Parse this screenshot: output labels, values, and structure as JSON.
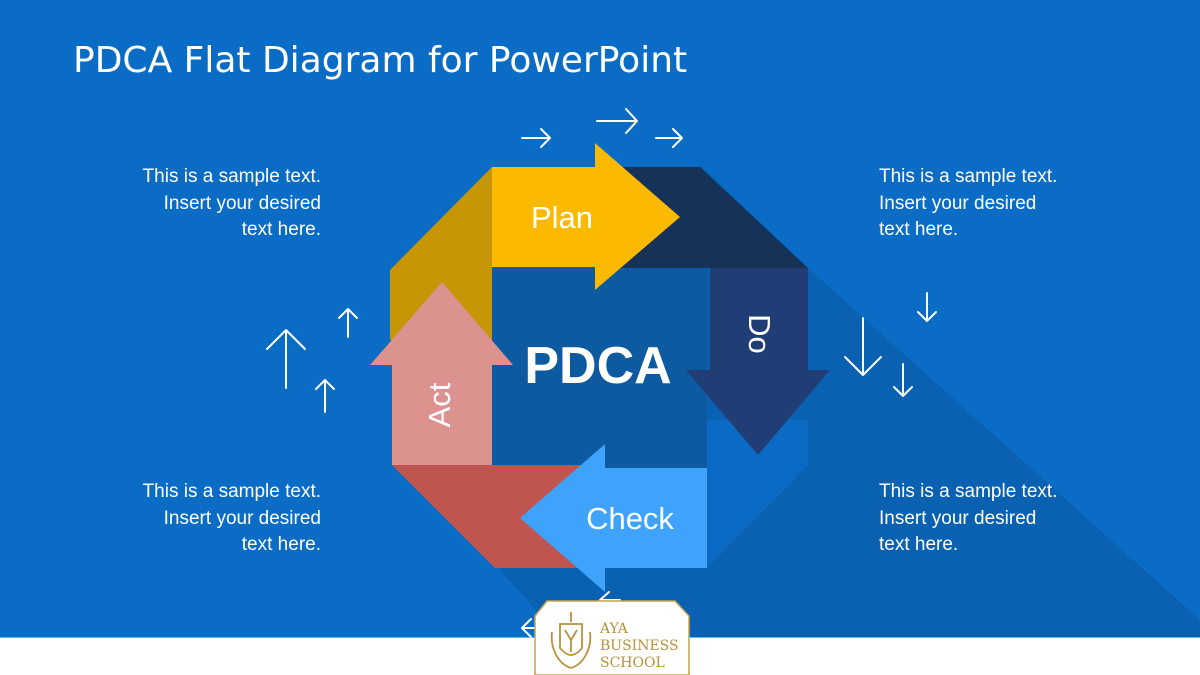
{
  "slide": {
    "title": "PDCA Flat Diagram for PowerPoint"
  },
  "diagram": {
    "center_label": "PDCA",
    "stages": [
      {
        "label": "Plan",
        "color": "#fbb900"
      },
      {
        "label": "Do",
        "color": "#213d75"
      },
      {
        "label": "Check",
        "color": "#3fa2fb"
      },
      {
        "label": "Act",
        "color": "#dc9390"
      }
    ]
  },
  "notes": {
    "top_left": [
      "This is a sample text.",
      "Insert your desired",
      "text here."
    ],
    "top_right": [
      "This is a sample text.",
      "Insert your desired",
      "text here."
    ],
    "bottom_left": [
      "This is a sample text.",
      "Insert your desired",
      "text here."
    ],
    "bottom_right": [
      "This is a sample text.",
      "Insert your desired",
      "text here."
    ]
  },
  "logo": {
    "line1": "AYA",
    "line2": "BUSINESS",
    "line3": "SCHOOL",
    "color": "#b8923a"
  },
  "colors": {
    "background": "#0a6cc4",
    "center_square": "#0d5aa1",
    "plan_fold": "#c69607",
    "do_fold": "#173258",
    "check_fold": "#0b6bc4",
    "act_fold": "#c0544f"
  }
}
